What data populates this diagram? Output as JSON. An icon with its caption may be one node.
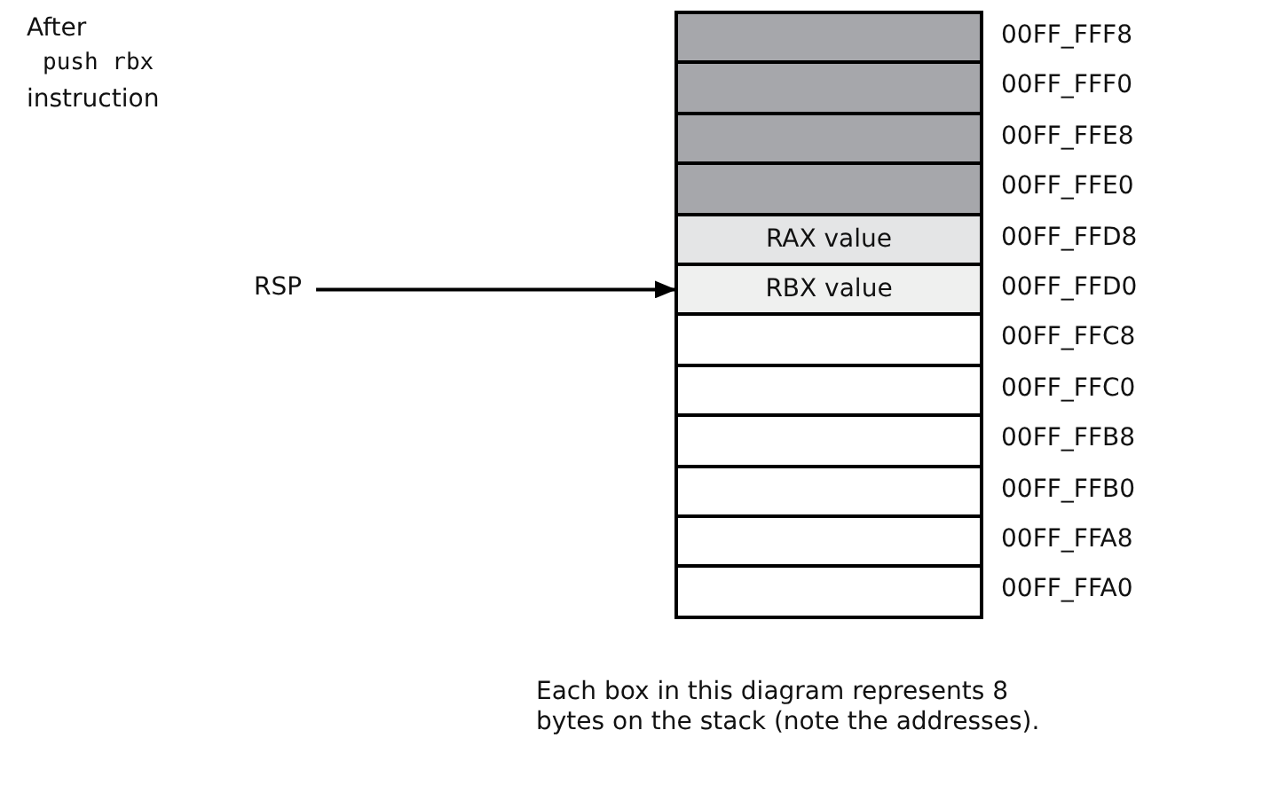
{
  "diagram": {
    "caption": "Each box in this diagram represents 8 bytes on the stack (note the addresses).",
    "nodes": [
      {
        "text": [],
        "shape": "box",
        "beside": [
          "00FF_FFF8"
        ]
      },
      {
        "text": [],
        "shape": "box",
        "beside": [
          "00FF_FFF0"
        ]
      },
      {
        "text": [],
        "shape": "box",
        "beside": [
          "00FF_FFE8"
        ]
      },
      {
        "text": [],
        "shape": "box",
        "beside": [
          "00FF_FFE0"
        ]
      },
      {
        "text": [
          "RAX value"
        ],
        "beside": [
          "00FF_FFD8"
        ]
      },
      {
        "text": [
          "RBX value"
        ],
        "beside": [
          "00FF_FFD0"
        ]
      },
      {
        "text": [],
        "shape": "box",
        "beside": [
          "00FF_FFC8"
        ]
      },
      {
        "text": [],
        "shape": "box",
        "beside": [
          "00FF_FFC0"
        ]
      },
      {
        "text": [],
        "shape": "box",
        "beside": [
          "00FF_FFB8"
        ]
      },
      {
        "text": [],
        "shape": "box",
        "beside": [
          "00FF_FFB0"
        ]
      },
      {
        "text": [],
        "shape": "box",
        "beside": [
          "00FF_FFA8"
        ]
      },
      {
        "text": [],
        "shape": "box",
        "beside": [
          "00FF_FFA0"
        ]
      },
      {
        "text": [
          "RSP"
        ]
      }
    ],
    "edges": [
      {
        "from": 12,
        "to": 5,
        "arrow": "to"
      }
    ],
    "labels": [
      "After",
      "push rbx",
      "instruction"
    ]
  }
}
